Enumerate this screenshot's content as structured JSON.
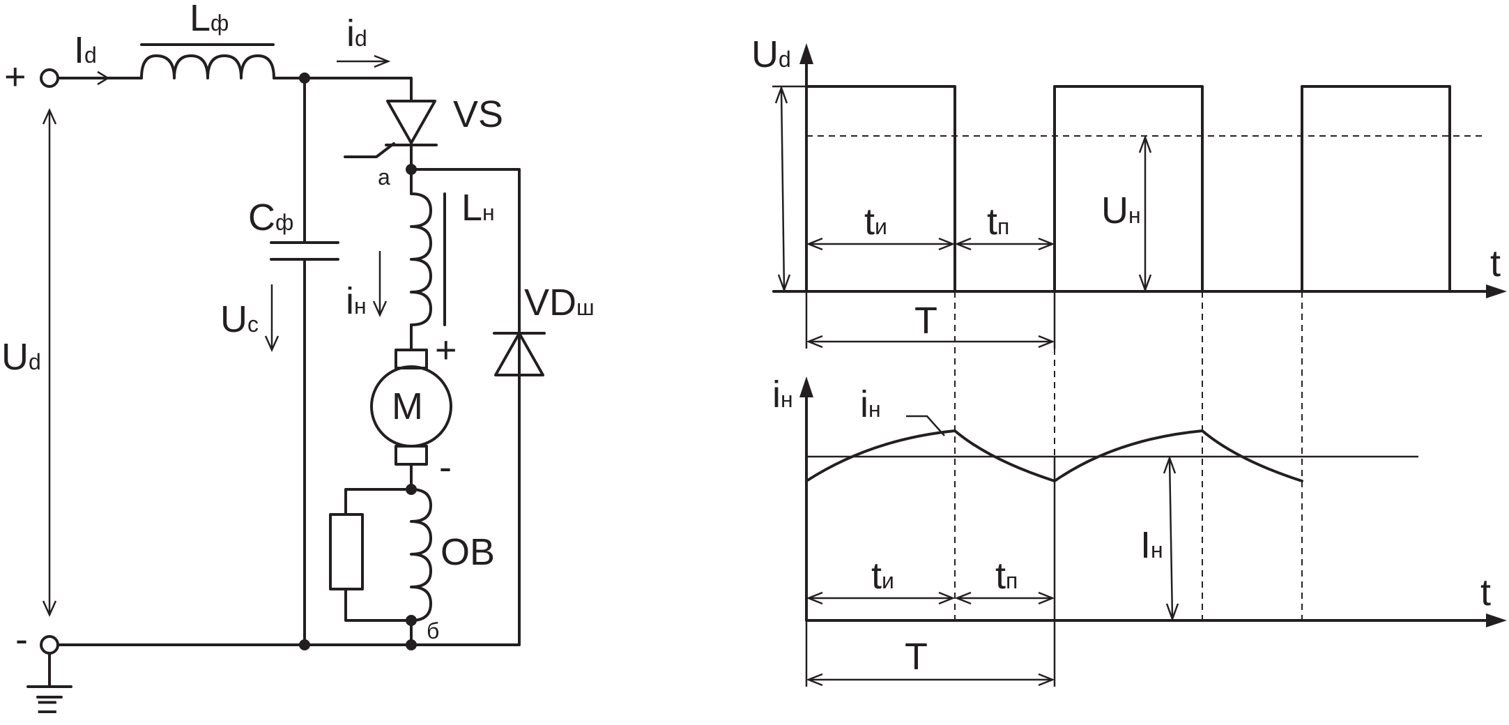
{
  "circuit": {
    "plus_terminal": "+",
    "minus_terminal": "-",
    "ground": "=",
    "input_current": {
      "main": "I",
      "sub": "d"
    },
    "supply_voltage": {
      "main": "U",
      "sub": "d"
    },
    "filter_inductor": {
      "main": "L",
      "sub": "ф"
    },
    "thyristor_current": {
      "main": "i",
      "sub": "d"
    },
    "thyristor": "VS",
    "filter_capacitor": {
      "main": "C",
      "sub": "ф"
    },
    "capacitor_voltage": {
      "main": "U",
      "sub": "c"
    },
    "node_a": "а",
    "load_inductor": {
      "main": "L",
      "sub": "н"
    },
    "load_current": {
      "main": "i",
      "sub": "н"
    },
    "motor_plus": "+",
    "motor": "M",
    "motor_minus": "-",
    "field_winding": "ОВ",
    "node_b": "б",
    "shunt_diode": {
      "main": "VD",
      "sub": "ш"
    }
  },
  "voltage_plot": {
    "y_axis": {
      "main": "U",
      "sub": "d"
    },
    "x_axis": "t",
    "pulse_time": {
      "main": "t",
      "sub": "и"
    },
    "pause_time": {
      "main": "t",
      "sub": "п"
    },
    "avg_voltage": {
      "main": "U",
      "sub": "н"
    },
    "period": "T"
  },
  "current_plot": {
    "y_axis": {
      "main": "i",
      "sub": "н"
    },
    "x_axis": "t",
    "curve_label": {
      "main": "i",
      "sub": "н"
    },
    "avg_current": {
      "main": "I",
      "sub": "н"
    },
    "pulse_time": {
      "main": "t",
      "sub": "и"
    },
    "pause_time": {
      "main": "t",
      "sub": "п"
    },
    "period": "T"
  }
}
